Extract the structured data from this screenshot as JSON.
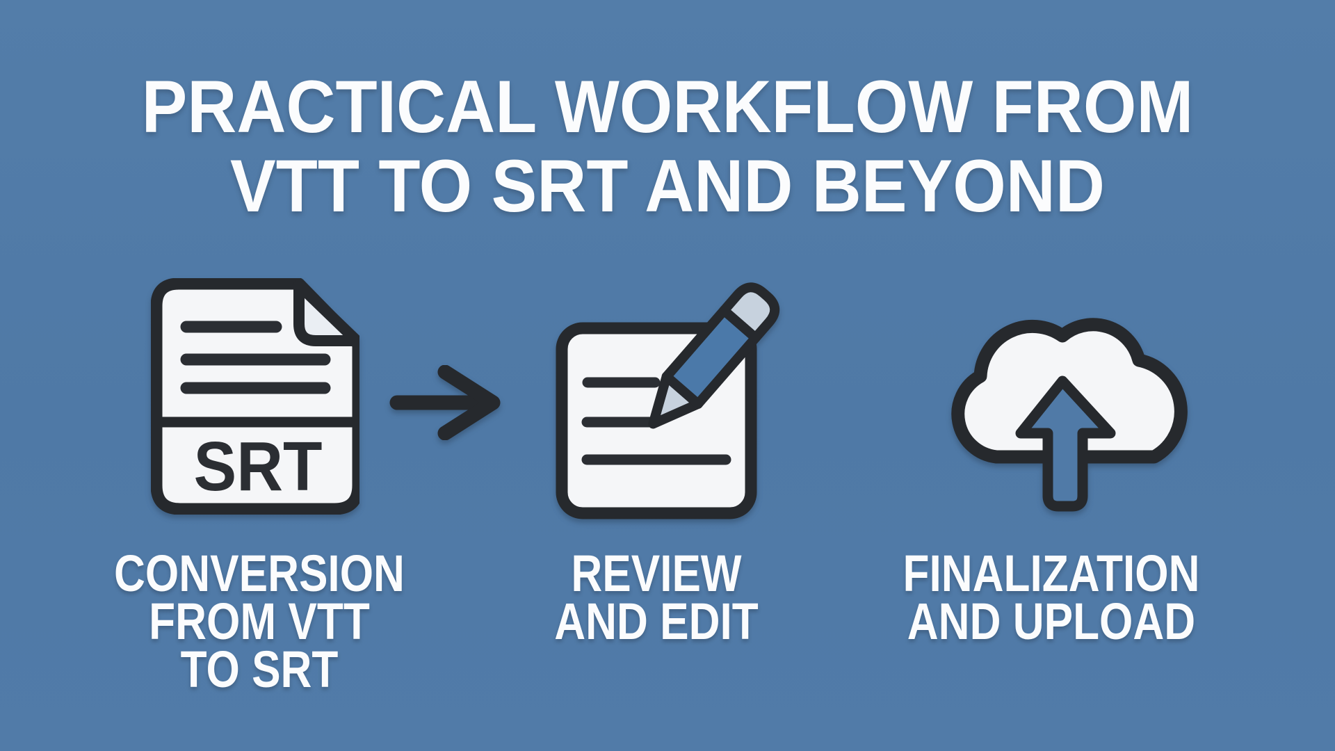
{
  "title": {
    "line1": "PRACTICAL WORKFLOW FROM",
    "line2": "VTT TO SRT AND BEYOND"
  },
  "steps": [
    {
      "name": "conversion",
      "icon": "srt-file-icon",
      "icon_label": "SRT",
      "caption_lines": [
        "CONVERSION",
        "FROM VTT",
        "TO SRT"
      ]
    },
    {
      "name": "review",
      "icon": "review-edit-icon",
      "caption_lines": [
        "REVIEW",
        "AND EDIT"
      ]
    },
    {
      "name": "finalization",
      "icon": "cloud-upload-icon",
      "caption_lines": [
        "FINALIZATION",
        "AND UPLOAD"
      ]
    }
  ],
  "connector": {
    "icon": "right-arrow-icon"
  },
  "colors": {
    "background": "#507aa7",
    "outline": "#26292d",
    "icon_fill": "#f5f6f8",
    "fold_fill": "#eaeef3",
    "accent_light": "#c7d2de",
    "pencil_blue": "#4b79a9",
    "text": "#fbfcfd",
    "label_dark": "#2b2e33"
  }
}
